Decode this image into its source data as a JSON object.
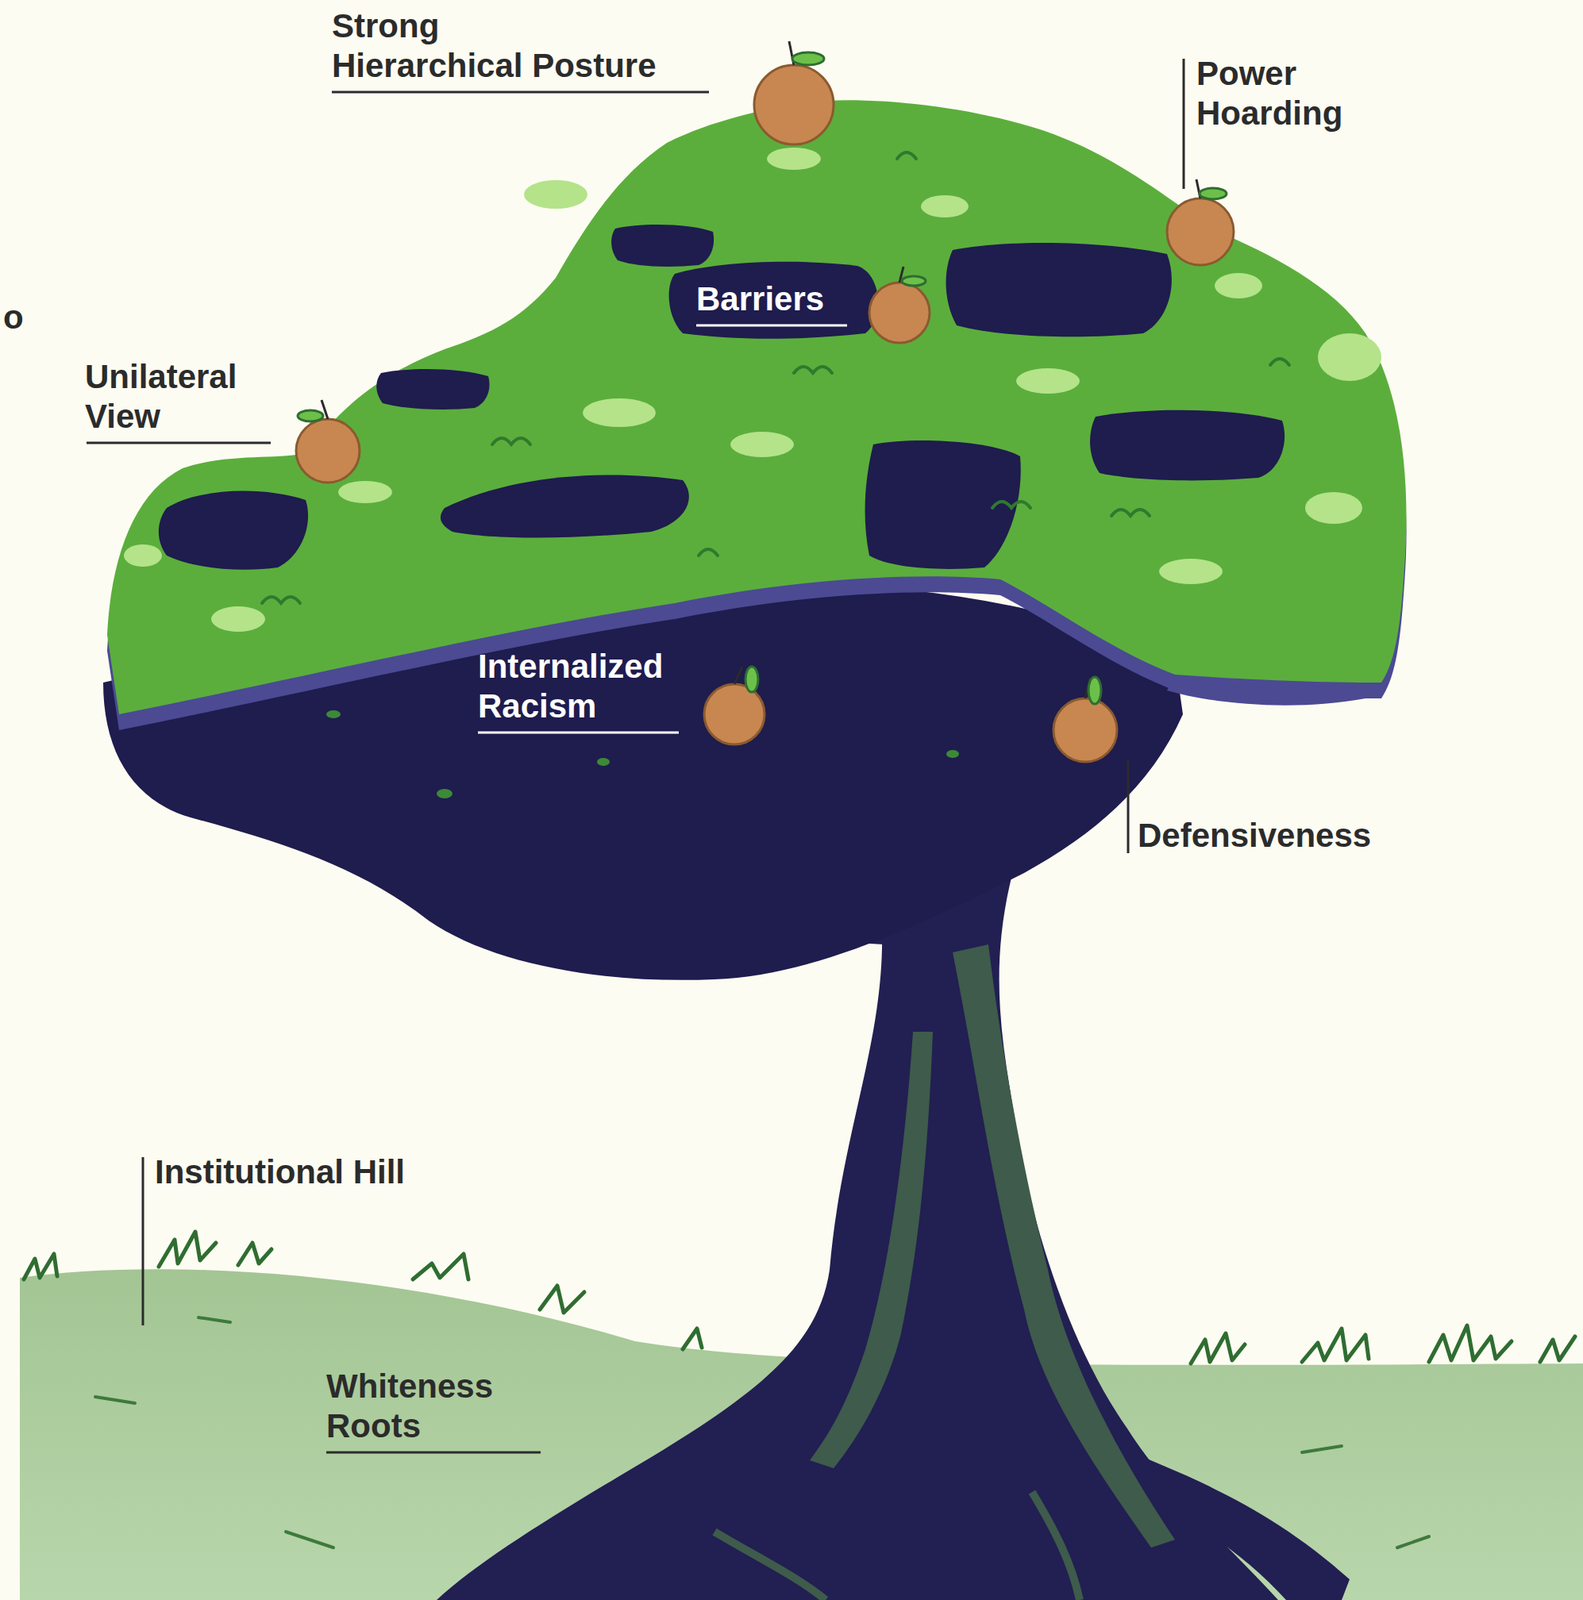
{
  "diagram": {
    "labels": [
      "Strong Hierarchical Posture",
      "Power Hoarding",
      "o",
      "Barriers",
      "Unilateral View",
      "Internalized Racism",
      "Defensiveness",
      "Institutional Hill",
      "Whiteness Roots"
    ]
  }
}
